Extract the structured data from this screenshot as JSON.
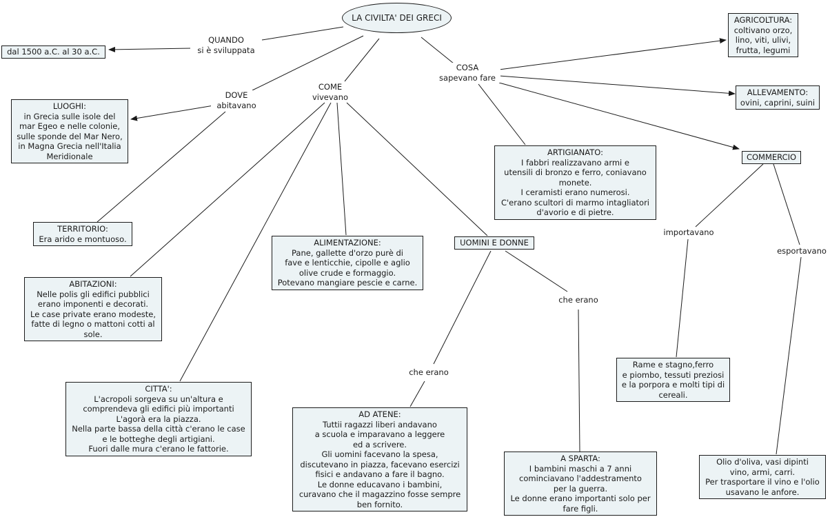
{
  "root": {
    "title": "LA CIVILTA' DEI GRECI"
  },
  "links": {
    "quando": [
      "QUANDO",
      "si è sviluppata"
    ],
    "dove": [
      "DOVE",
      "abitavano"
    ],
    "come": [
      "COME",
      "vivevano"
    ],
    "cosa": [
      "COSA",
      "sapevano fare"
    ],
    "che_erano_atene": [
      "che erano"
    ],
    "che_erano_sparta": [
      "che erano"
    ],
    "importavano": [
      "importavano"
    ],
    "esportavano": [
      "esportavano"
    ]
  },
  "concepts": {
    "periodo": [
      "dal 1500 a.C. al 30 a.C."
    ],
    "luoghi": [
      "LUOGHI:",
      "in Grecia sulle isole del",
      "mar Egeo e nelle colonie,",
      "sulle sponde del Mar Nero,",
      "in Magna Grecia nell'Italia",
      "Meridionale"
    ],
    "territorio": [
      "TERRITORIO:",
      "Era arido e montuoso."
    ],
    "abitazioni": [
      "ABITAZIONI:",
      "Nelle polis gli edifici pubblici",
      "erano imponenti e decorati.",
      "Le case private erano modeste,",
      "fatte di legno o mattoni cotti al",
      "sole."
    ],
    "citta": [
      "CITTA':",
      "L'acropoli sorgeva su un'altura e",
      "comprendeva gli edifici più importanti",
      "L'agorà era la piazza.",
      "Nella parte bassa della città c'erano le case",
      "e le botteghe degli artigiani.",
      "Fuori dalle mura c'erano le fattorie."
    ],
    "alimentazione": [
      "ALIMENTAZIONE:",
      "Pane, gallette d'orzo purè di",
      "fave e lenticchie, cipolle e aglio",
      "olive crude e formaggio.",
      "Potevano mangiare pescie e carne."
    ],
    "uomini_donne": [
      "UOMINI E DONNE"
    ],
    "atene": [
      "AD ATENE:",
      "Tuttii ragazzi liberi andavano",
      "a scuola e imparavano a leggere",
      "ed a scrivere.",
      "Gli uomini facevano la spesa,",
      "discutevano in piazza, facevano esercizi",
      "fisici e andavano a fare il bagno.",
      "Le donne educavano i bambini,",
      "curavano che il magazzino fosse sempre",
      "ben fornito."
    ],
    "sparta": [
      "A SPARTA:",
      "I bambini maschi a 7 anni",
      "cominciavano l'addestramento",
      "per la guerra.",
      "Le donne erano importanti solo per",
      "fare figli."
    ],
    "artigianato": [
      "ARTIGIANATO:",
      "I fabbri realizzavano armi e",
      "utensili di bronzo e ferro, coniavano",
      "monete.",
      "I ceramisti erano numerosi.",
      "C'erano scultori di marmo intagliatori",
      "d'avorio e di pietre."
    ],
    "agricoltura": [
      "AGRICOLTURA:",
      "coltivano orzo,",
      "lino, viti, ulivi,",
      "frutta, legumi"
    ],
    "allevamento": [
      "ALLEVAMENTO:",
      "ovini, caprini, suini"
    ],
    "commercio": [
      "COMMERCIO"
    ],
    "import": [
      "Rame e stagno,ferro",
      "e piombo, tessuti preziosi",
      "e la porpora e molti tipi di",
      "cereali."
    ],
    "export": [
      "Olio d'oliva, vasi dipinti",
      "vino, armi, carri.",
      "Per trasportare il vino e l'olio",
      "usavano le anfore."
    ]
  },
  "colors": {
    "node_fill": "#ecf3f5",
    "stroke": "#1a1a1a",
    "background": "#ffffff"
  }
}
